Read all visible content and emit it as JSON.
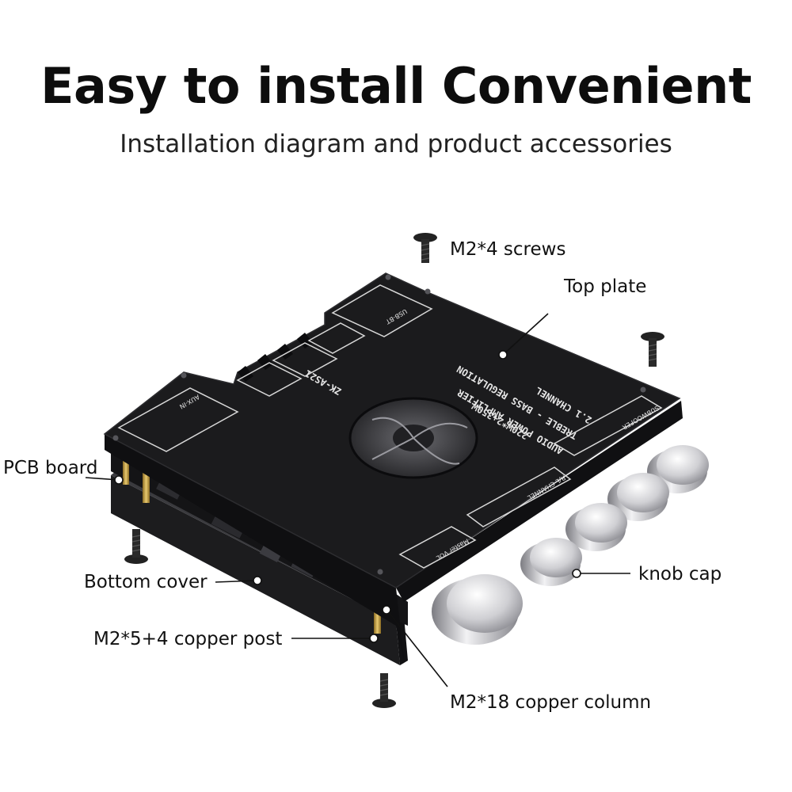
{
  "title": "Easy to install Convenient",
  "subtitle": "Installation diagram and product accessories",
  "labels": {
    "m2_4_screws": "M2*4 screws",
    "top_plate": "Top plate",
    "pcb_board": "PCB board",
    "bottom_cover": "Bottom cover",
    "knob_cap": "knob cap",
    "copper_post": "M2*5+4 copper post",
    "copper_column": "M2*18 copper column"
  },
  "panel_text": {
    "model": "ZK-AS21",
    "line1": "2.1 CHANNEL",
    "line2": "TREBLE - BASS REGULATION",
    "line3": "AUDIO POWER AMPLIFIER",
    "line4": "220W*2+350W",
    "subwoofer": "SUBWOOFER",
    "channel": "R/L CHANNEL",
    "master": "Master VOL",
    "port_bt": "USB-BT",
    "port_aux": "AUX-IN"
  },
  "colors": {
    "panel": "#1b1b1d",
    "panel_edge": "#2d2d30",
    "knob": "#d9d9dc",
    "brass": "#c8a24a",
    "line": "#111111"
  }
}
